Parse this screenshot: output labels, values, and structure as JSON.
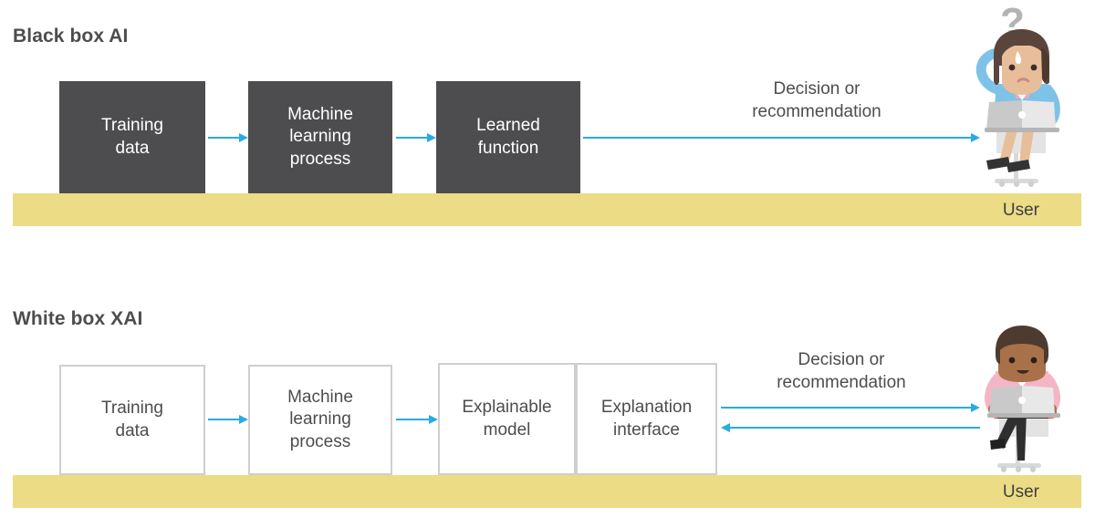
{
  "diagram": {
    "title_black": "Black box AI",
    "title_white": "White box XAI",
    "colors": {
      "dark_box": "#4d4d4f",
      "light_box_border": "#cfcfcf",
      "floor_band": "#ecdc85",
      "arrow_blue": "#29abe2",
      "text_dark": "#4d4d4f",
      "question_mark": "#b3b3b3",
      "chair_red": "#e0574b",
      "shirt_blue": "#7ec2e8",
      "shirt_pink": "#f4b6c6",
      "hair_brown_top": "#5a453c",
      "hair_brown_bottom": "#4e3b2f",
      "skin_top": "#e8be9a",
      "skin_bottom": "#a9714a"
    }
  },
  "black_box_section": {
    "title": "Black box AI",
    "boxes": [
      {
        "id": "training-data",
        "label": "Training\ndata",
        "style": "dark"
      },
      {
        "id": "machine-learning-process",
        "label": "Machine\nlearning\nprocess",
        "style": "dark"
      },
      {
        "id": "learned-function",
        "label": "Learned\nfunction",
        "style": "dark"
      }
    ],
    "output_caption": "Decision or\nrecommendation",
    "floor_label": "User",
    "person": {
      "name": "confused-female-user",
      "question_mark": "?",
      "description": "woman scratching head with laptop on office chair"
    }
  },
  "white_box_section": {
    "title": "White box XAI",
    "boxes": [
      {
        "id": "training-data",
        "label": "Training\ndata",
        "style": "light"
      },
      {
        "id": "machine-learning-process",
        "label": "Machine\nlearning\nprocess",
        "style": "light"
      },
      {
        "id": "explainable-model",
        "label": "Explainable\nmodel",
        "style": "light"
      },
      {
        "id": "explanation-interface",
        "label": "Explanation\ninterface",
        "style": "light"
      }
    ],
    "output_caption": "Decision or\nrecommendation",
    "floor_label": "User",
    "person": {
      "name": "satisfied-male-user",
      "description": "man with laptop on office chair"
    }
  }
}
